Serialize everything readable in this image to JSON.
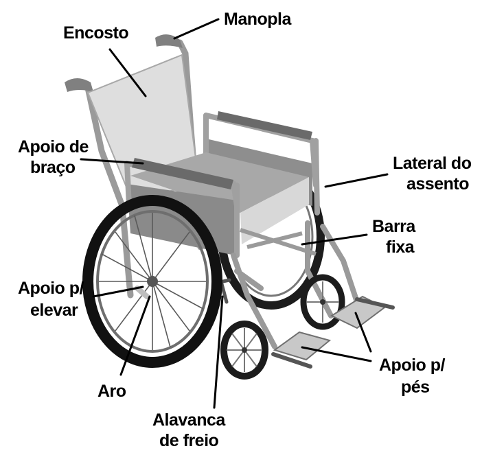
{
  "labels": {
    "encosto": "Encosto",
    "manopla": "Manopla",
    "apoio_braco_1": "Apoio de",
    "apoio_braco_2": "braço",
    "lateral_1": "Lateral do",
    "lateral_2": "assento",
    "barra_1": "Barra",
    "barra_2": "fixa",
    "elevar_1": "Apoio p/",
    "elevar_2": "elevar",
    "aro": "Aro",
    "freio_1": "Alavanca",
    "freio_2": "de freio",
    "pes_1": "Apoio p/",
    "pes_2": "pés"
  },
  "colors": {
    "dark": "#2a2a2a",
    "mid": "#808080",
    "light": "#bdbdbd",
    "pale": "#d9d9d9",
    "frame": "#9a9a9a"
  }
}
